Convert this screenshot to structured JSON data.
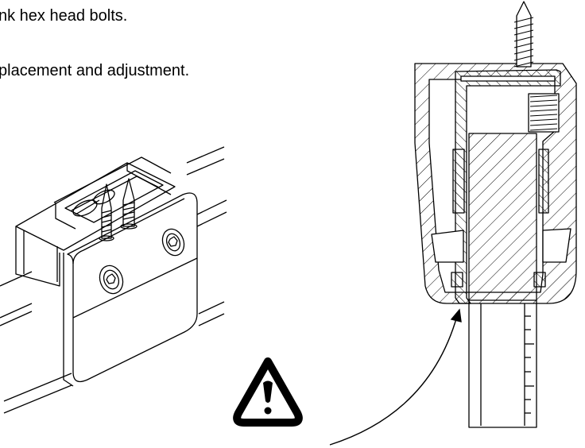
{
  "document": {
    "text_lines": [
      "nk hex head bolts.",
      "placement and adjustment."
    ]
  },
  "figures": {
    "left_illustration": "isometric-clamp-fitting-with-screws",
    "right_illustration": "cross-section-clamp-on-glass",
    "warning_icon": "warning-triangle-icon"
  },
  "colors": {
    "line": "#000000",
    "background": "#ffffff"
  }
}
